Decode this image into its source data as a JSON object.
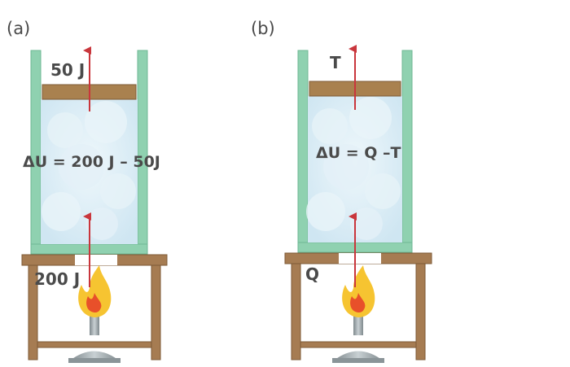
{
  "panels": [
    {
      "letter": "(a)",
      "work_label": "50 J",
      "equation": "ΔU = 200 J – 50J",
      "heat_label": "200 J"
    },
    {
      "letter": "(b)",
      "work_label": "T",
      "equation": "ΔU = Q –T",
      "heat_label": "Q"
    }
  ],
  "colors": {
    "cylinder_wall": "#8fd1b0",
    "gas_fill": "#d9ecf6",
    "piston": "#a9814f",
    "table_wood": "#a67c52",
    "arrow": "#c9363c",
    "flame_outer": "#f6c431",
    "flame_inner": "#e8502a",
    "burner": "#9aa4a8",
    "text": "#4a4a4a"
  },
  "icons": [
    "arrow-up-icon",
    "flame-icon",
    "burner-icon",
    "cloud-icon"
  ]
}
